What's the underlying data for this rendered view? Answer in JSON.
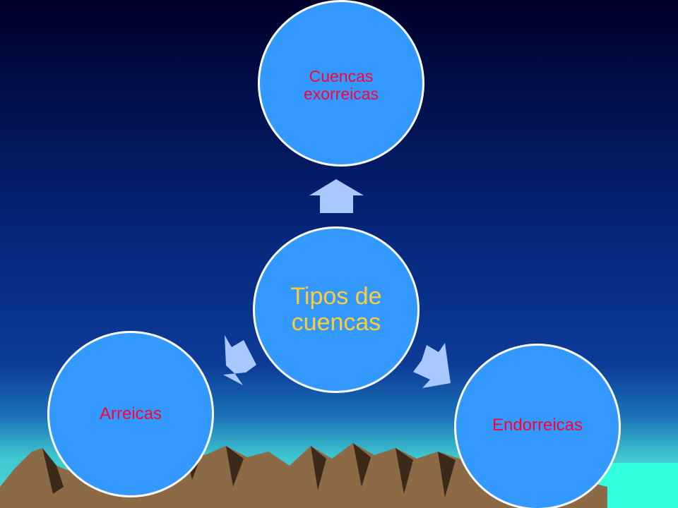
{
  "diagram": {
    "center": {
      "label": "Tipos de cuencas"
    },
    "top": {
      "label": "Cuencas exorreicas"
    },
    "left": {
      "label": "Arreicas"
    },
    "right": {
      "label": "Endorreicas"
    }
  },
  "colors": {
    "sky_top": "#00002a",
    "sky_mid": "#0a2f8c",
    "sky_low": "#1a73b8",
    "horizon": "#3ec7d0",
    "circle_fill": "#3399ff",
    "circle_border": "#ffffff",
    "center_text": "#ffcc33",
    "outer_text": "#ff0033",
    "arrow_fill": "#a8c8ff",
    "mountain_fill": "#8c6a45",
    "mountain_dark": "#3b2a1a",
    "sea": "#33ffe0"
  }
}
